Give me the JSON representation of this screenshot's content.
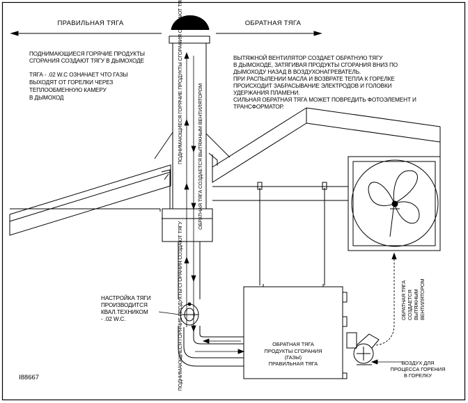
{
  "headers": {
    "left": "ПРАВИЛЬНАЯ ТЯГА",
    "right": "ОБРАТНАЯ ТЯГА"
  },
  "left_text": [
    "ПОДНИМАЮЩИЕСЯ ГОРЯЧИЕ ПРОДУКТЫ",
    "СГОРАНИЯ СОЗДАЮТ ТЯГУ В ДЫМОХОДЕ",
    "",
    "ТЯГА - .02 W.C ОЗНАЧАЕТ ЧТО  ГАЗЫ",
    "ВЫХОДЯТ ОТ ГОРЕЛКИ ЧЕРЕЗ",
    "ТЕПЛООБМЕННУЮ КАМЕРУ",
    "В ДЫМОХОД"
  ],
  "right_text": [
    "ВЫТЯЖНОЙ ВЕНТИЛЯТОР СОЗДАЕТ ОБРАТНУЮ ТЯГУ",
    "В ДЫМОХОДЕ, ЗАТЯГИВАЯ ПРОДУКТЫ СГОРАНИЯ ВНИЗ ПО",
    "ДЫМОХОДУ НАЗАД В ВОЗДУХОНАГРЕВАТЕЛЬ.",
    "ПРИ РАСПЫЛЕНИИ МАСЛА И ВОЗВРАТЕ ТЕПЛА К ГОРЕЛКЕ",
    "ПРОИСХОДИТ ЗАБРАСЫВАНИЕ ЭЛЕКТРОДОВ И ГОЛОВКИ",
    "УДЕРЖАНИЯ ПЛАМЕНИ.",
    "СИЛЬНАЯ ОБРАТНАЯ ТЯГА МОЖЕТ ПОВРЕДИТЬ ФОТОЭЛЕМЕНТ И",
    "ТРАНСФОРМАТОР."
  ],
  "adjust_text": [
    "НАСТРОЙКА ТЯГИ",
    "ПРОИЗВОДИТСЯ",
    "КВАЛ.ТЕХНИКОМ",
    "- .02 W.C."
  ],
  "chimney_labels": {
    "left_lower": "ПОДНИМАЮЩИЕСЯ ГОРЯЧИЕ ПРОДУКТЫ СГОРАНИЯ СОЗДАЮТ ТЯГУ",
    "left_upper": "ПОДНИМАЮЩИЕСЯ ГОРЯЧИЕ ПРОДУКТЫ СГОРАНИЯ СОЗДАЮТ ТЯГУ",
    "right": "ОБРАТНАЯ ТЯГА СОЗДАЕТСЯ ВЫТЯЖНЫМ ВЕНТИЛЯТОРОМ"
  },
  "furnace_text": [
    "ОБРАТНАЯ ТЯГА",
    "ПРОДУКТЫ СГОРАНИЯ",
    "(ГАЗЫ)",
    "ПРАВИЛЬНАЯ ТЯГА"
  ],
  "fan_label": [
    "ОБРАТНАЯ ТЯГА",
    "СОЗДАЕТСЯ",
    "ВЫТЯЖНЫМ",
    "ВЕНТИЛЯТОРОМ"
  ],
  "burner_air_text": [
    "ВОЗДУХ ДЛЯ",
    "ПРОЦЕССА ГОРЕНИЯ",
    "В ГОРЕЛКУ"
  ],
  "figure_code": "I88667"
}
